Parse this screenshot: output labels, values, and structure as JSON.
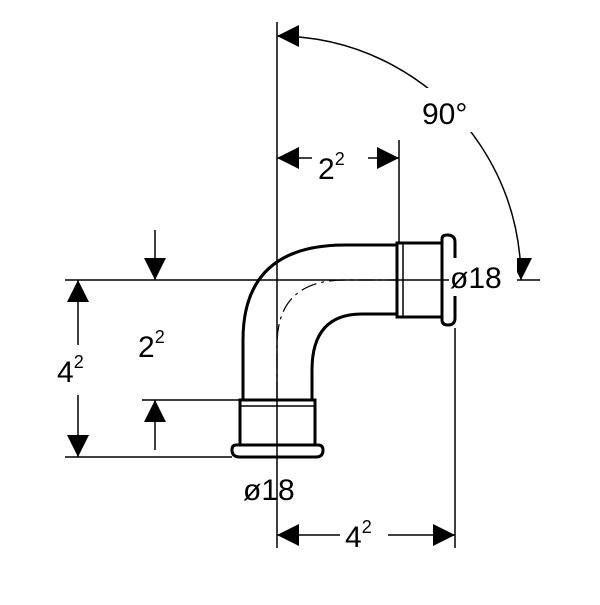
{
  "diagram": {
    "angle_label": "90°",
    "diameter_right": "ø18",
    "diameter_bottom": "ø18",
    "top_dim": {
      "base": "2",
      "exp": "2"
    },
    "mid_dim": {
      "base": "2",
      "exp": "2"
    },
    "left_dim": {
      "base": "4",
      "exp": "2"
    },
    "bottom_dim": {
      "base": "4",
      "exp": "2"
    }
  },
  "colors": {
    "ink": "#000000",
    "background": "#ffffff"
  }
}
